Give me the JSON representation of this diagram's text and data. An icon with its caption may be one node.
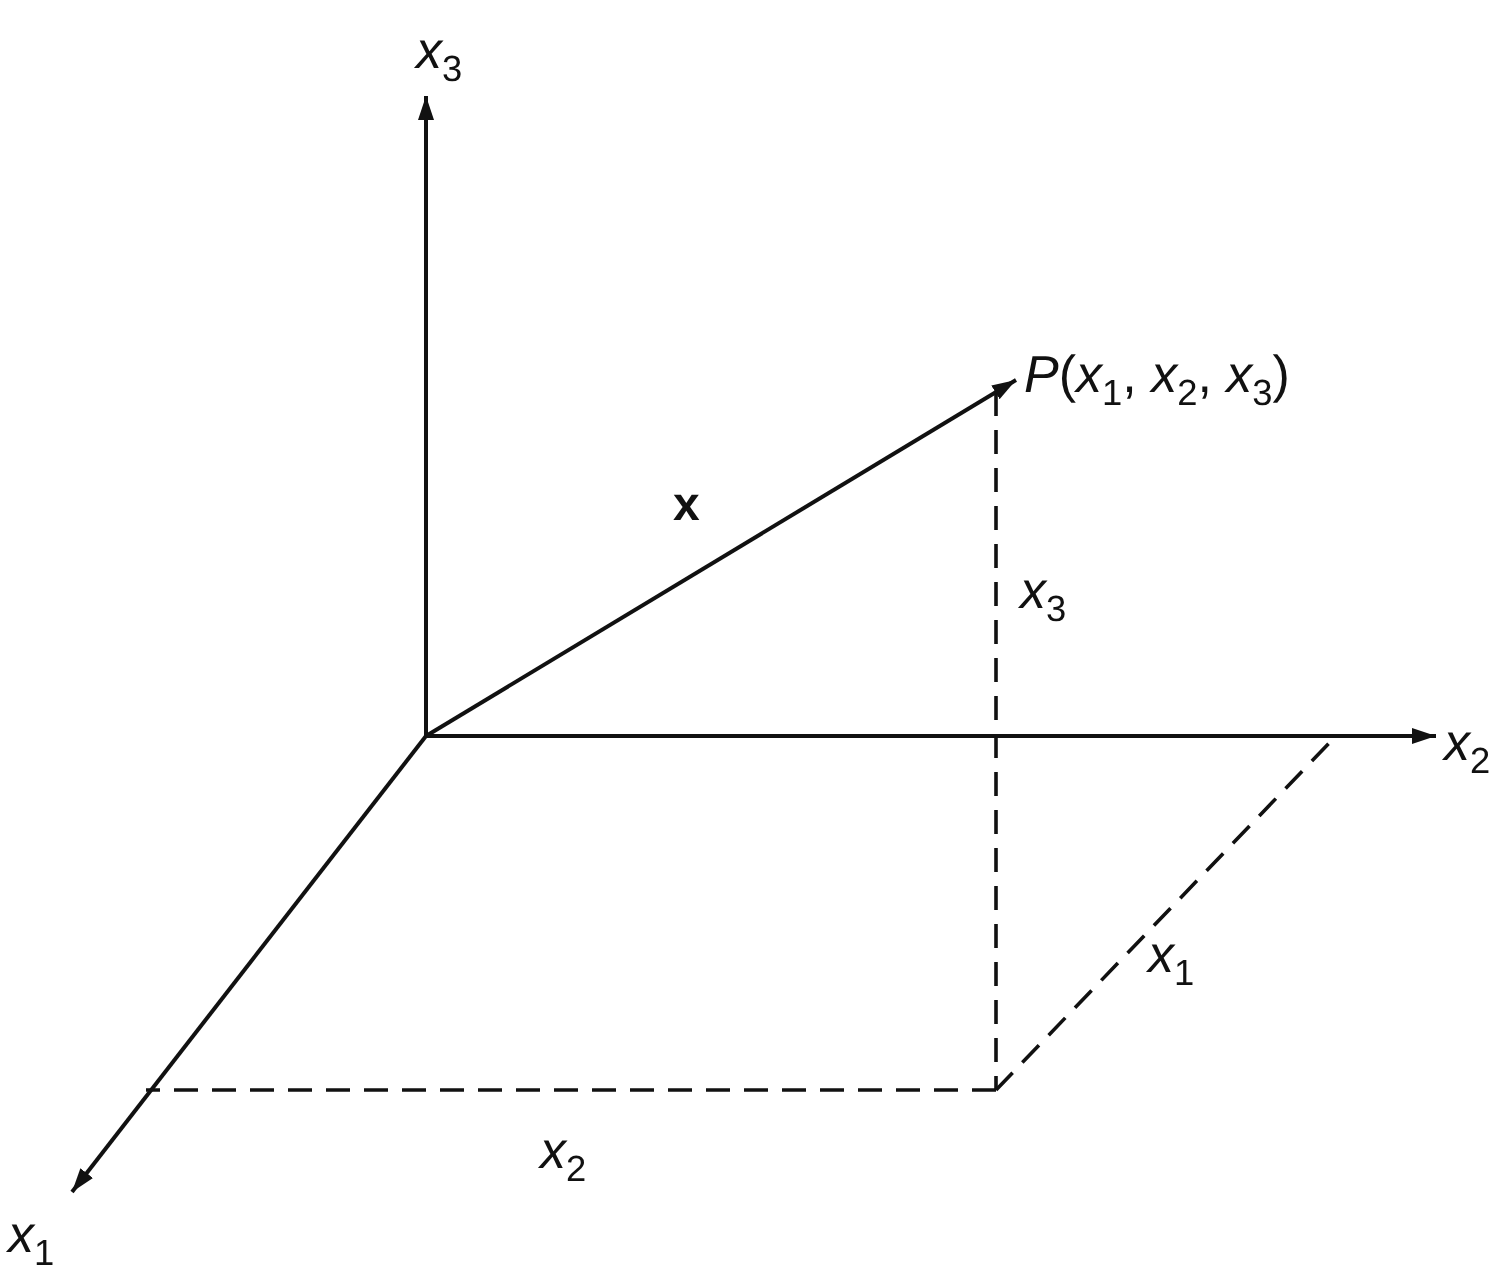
{
  "diagram": {
    "nodes": [
      {
        "text": [
          "*P*(*x*$_{1}$, *x*$_{2}$, *x*$_{3}$)"
        ]
      },
      {
        "text": [
          "*x*$_{3}$"
        ]
      },
      {
        "text": [
          "*x*$_{2}$"
        ]
      },
      {
        "text": [
          "*x*$_{1}$"
        ]
      }
    ],
    "edges": [
      {
        "from": null,
        "to": 0,
        "arrow": "to",
        "label": "x"
      },
      {
        "from": null,
        "to": 1,
        "arrow": "to"
      },
      {
        "from": null,
        "to": 2,
        "arrow": "to"
      },
      {
        "from": null,
        "to": 3,
        "arrow": "to"
      }
    ],
    "labels": [
      "*x*$_{3}$",
      "*x*$_{1}$",
      "*x*$_{2}$"
    ]
  }
}
